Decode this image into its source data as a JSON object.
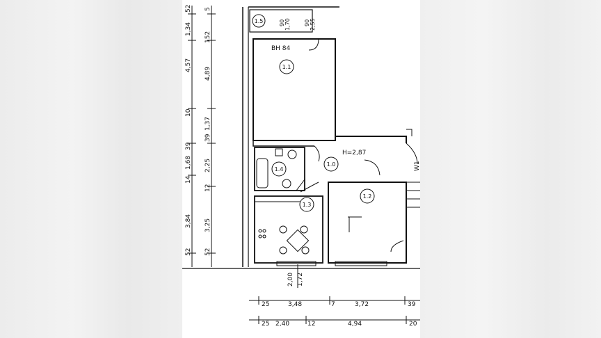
{
  "plan": {
    "rooms": [
      {
        "id": "1.1"
      },
      {
        "id": "1.2"
      },
      {
        "id": "1.3"
      },
      {
        "id": "1.4"
      },
      {
        "id": "1.5"
      },
      {
        "id": "1.0"
      }
    ],
    "room_notes": {
      "bh": "BH 84",
      "height": "H=2,87",
      "window_code": "W1"
    },
    "left_dims_outer": {
      "d1": "52",
      "d2": "1,34",
      "d3": "4,57",
      "d4": "10",
      "d5": "39",
      "d6": "1,68",
      "d7": "14",
      "d8": "3,84",
      "d9": "52"
    },
    "left_dims_inner": {
      "d1": "5",
      "d2": "152",
      "d3": "4,89",
      "d4": "1,37",
      "d5": "39",
      "d6": "2,25",
      "d7": "12",
      "d8": "3,25",
      "d9": "52"
    },
    "top_dims": {
      "a1": "90",
      "a2": "1,70",
      "b1": "90",
      "b2": "2,55"
    },
    "bottom_vertical": {
      "a": "2,00",
      "b": "1,72"
    },
    "bottom_row1": [
      "25",
      "3,48",
      "7",
      "3,72",
      "39"
    ],
    "bottom_row2": [
      "25",
      "2,40",
      "12",
      "4,94",
      "20"
    ]
  }
}
